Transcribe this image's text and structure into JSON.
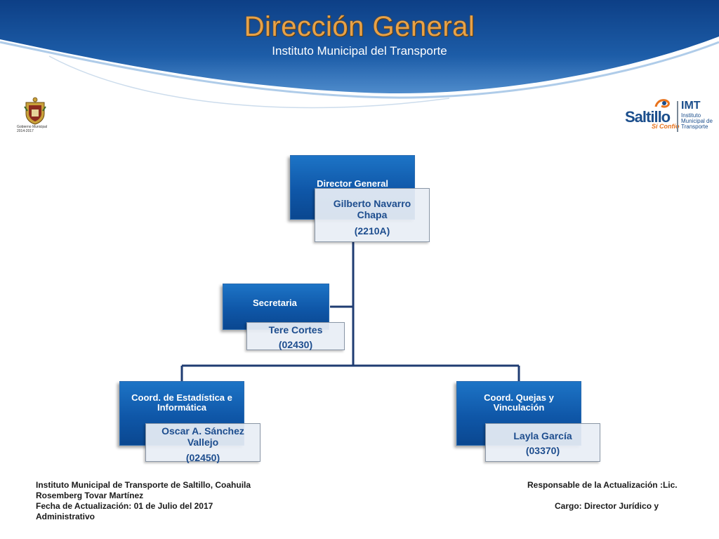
{
  "header": {
    "title": "Dirección General",
    "subtitle": "Instituto Municipal del Transporte"
  },
  "logos": {
    "left_caption": "Gobierno Municipal",
    "left_years": "2014-2017",
    "right_city": "Saltillo",
    "right_slogan": "Sí Confío",
    "right_acronym": "IMT",
    "right_name": "Instituto Municipal de Transporte"
  },
  "org": {
    "director": {
      "role": "Director General",
      "name": "Gilberto Navarro Chapa",
      "code": "(2210A)"
    },
    "secretaria": {
      "role": "Secretaria",
      "name": "Tere Cortes",
      "code": "(02430)"
    },
    "estadistica": {
      "role": "Coord. de Estadística e Informática",
      "name": "Oscar A. Sánchez Vallejo",
      "code": "(02450)"
    },
    "quejas": {
      "role": "Coord. Quejas y Vinculación",
      "name": "Layla García",
      "code": "(03370)"
    }
  },
  "footer": {
    "left_line1": "Instituto Municipal de Transporte de Saltillo, Coahuila",
    "left_line2": "Rosemberg Tovar Martínez",
    "left_line3": "Fecha de Actualización: 01 de Julio del 2017",
    "left_line4": "Administrativo",
    "right_line1": "Responsable de la Actualización :Lic.",
    "right_line2": "Cargo: Director Jurídico y"
  },
  "colors": {
    "box_blue": "#0f57a8",
    "connector": "#1f3c72",
    "title_orange": "#e8a247",
    "name_text": "#1d4d8e"
  }
}
